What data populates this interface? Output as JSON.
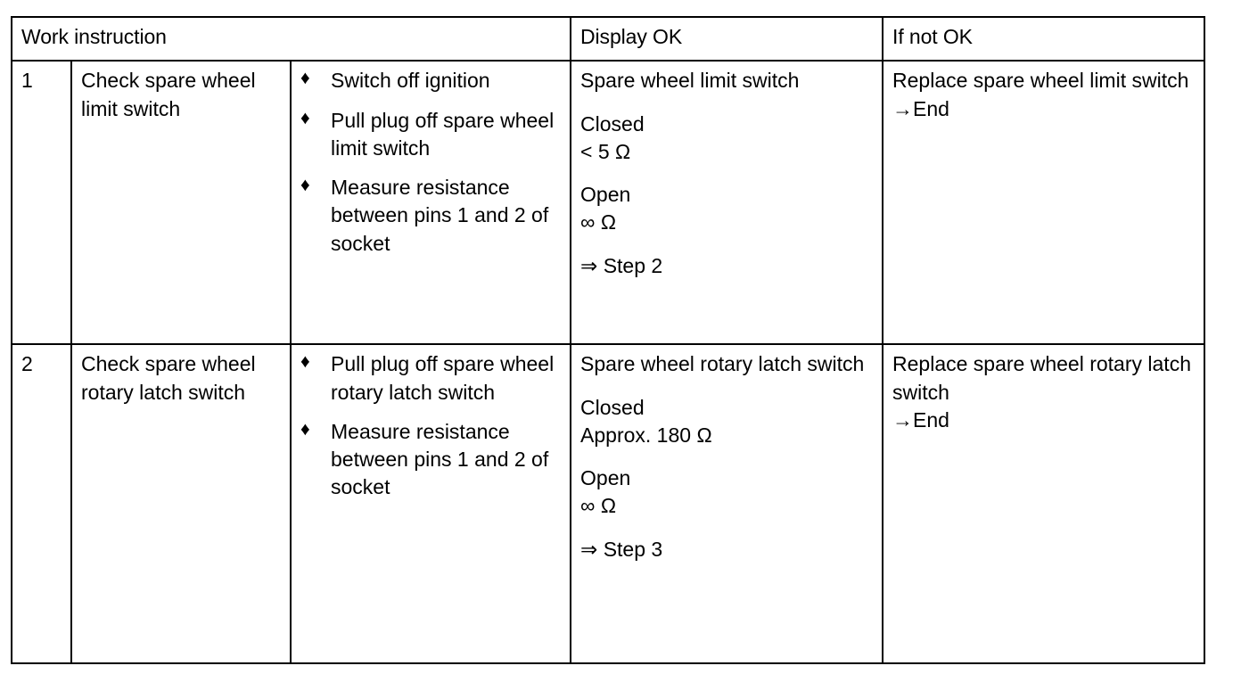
{
  "table": {
    "headers": {
      "work_instruction": "Work instruction",
      "display_ok": "Display OK",
      "if_not_ok": "If not OK"
    },
    "bullet_glyph": "♦",
    "rows": [
      {
        "step": "1",
        "description": "Check spare wheel limit switch",
        "actions": [
          "Switch off ignition",
          "Pull plug off spare wheel limit switch",
          "Measure resistance between pins 1 and 2 of socket"
        ],
        "display_ok": {
          "title": "Spare wheel limit switch",
          "state_closed_label": "Closed",
          "state_closed_value": "< 5 Ω",
          "state_open_label": "Open",
          "state_open_value": "∞ Ω",
          "next_step": "⇒ Step 2"
        },
        "if_not_ok": {
          "action": "Replace spare wheel limit switch",
          "end": "→End"
        }
      },
      {
        "step": "2",
        "description": "Check spare wheel rotary latch switch",
        "actions": [
          "Pull plug off spare wheel rotary latch switch",
          "Measure resistance between pins 1 and 2 of socket"
        ],
        "display_ok": {
          "title": "Spare wheel rotary latch switch",
          "state_closed_label": "Closed",
          "state_closed_value": "Approx. 180 Ω",
          "state_open_label": "Open",
          "state_open_value": "∞ Ω",
          "next_step": "⇒ Step 3"
        },
        "if_not_ok": {
          "action": "Replace spare wheel rotary latch switch",
          "end": "→End"
        }
      }
    ]
  },
  "colors": {
    "border": "#000000",
    "text": "#000000",
    "background": "#ffffff"
  }
}
